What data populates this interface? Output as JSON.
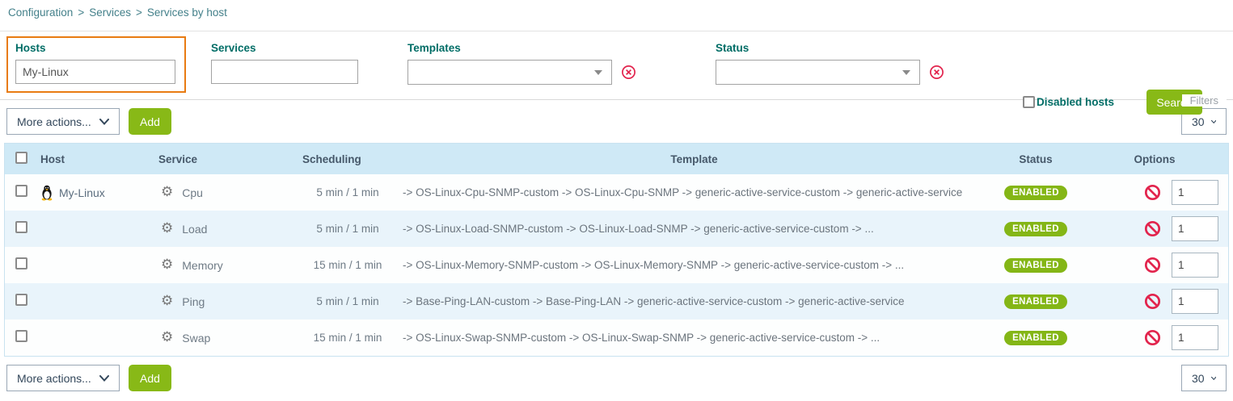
{
  "breadcrumb": {
    "items": [
      "Configuration",
      "Services",
      "Services by host"
    ],
    "separator": ">"
  },
  "filters": {
    "hosts_label": "Hosts",
    "hosts_value": "My-Linux",
    "services_label": "Services",
    "services_value": "",
    "templates_label": "Templates",
    "templates_value": "",
    "status_label": "Status",
    "status_value": "",
    "disabled_hosts_label": "Disabled hosts",
    "search_button": "Search",
    "panel_tab": "Filters"
  },
  "toolbar": {
    "more_actions": "More actions...",
    "add_button": "Add",
    "page_size": "30"
  },
  "table": {
    "headers": {
      "host": "Host",
      "service": "Service",
      "scheduling": "Scheduling",
      "template": "Template",
      "status": "Status",
      "options": "Options"
    },
    "rows": [
      {
        "host": "My-Linux",
        "service": "Cpu",
        "scheduling": "5 min / 1 min",
        "template": "-> OS-Linux-Cpu-SNMP-custom -> OS-Linux-Cpu-SNMP -> generic-active-service-custom -> generic-active-service",
        "status": "ENABLED",
        "options_value": "1"
      },
      {
        "host": "",
        "service": "Load",
        "scheduling": "5 min / 1 min",
        "template": "-> OS-Linux-Load-SNMP-custom -> OS-Linux-Load-SNMP -> generic-active-service-custom -> ...",
        "status": "ENABLED",
        "options_value": "1"
      },
      {
        "host": "",
        "service": "Memory",
        "scheduling": "15 min / 1 min",
        "template": "-> OS-Linux-Memory-SNMP-custom -> OS-Linux-Memory-SNMP -> generic-active-service-custom -> ...",
        "status": "ENABLED",
        "options_value": "1"
      },
      {
        "host": "",
        "service": "Ping",
        "scheduling": "5 min / 1 min",
        "template": "-> Base-Ping-LAN-custom -> Base-Ping-LAN -> generic-active-service-custom -> generic-active-service",
        "status": "ENABLED",
        "options_value": "1"
      },
      {
        "host": "",
        "service": "Swap",
        "scheduling": "15 min / 1 min",
        "template": "-> OS-Linux-Swap-SNMP-custom -> OS-Linux-Swap-SNMP -> generic-active-service-custom -> ...",
        "status": "ENABLED",
        "options_value": "1"
      }
    ]
  },
  "icons": {
    "host_os_icon": "linux-tux",
    "service_icon": "gear",
    "service_icon_glyph": "⚙",
    "clear_filter_icon": "circled-x",
    "disable_icon": "no-entry",
    "dropdown_icon": "chevron-down"
  },
  "colors": {
    "accent_green": "#88b917",
    "badge_green": "#84b616",
    "highlight_orange": "#e87b12",
    "label_teal": "#006d66",
    "breadcrumb_teal": "#44808a",
    "table_header_bg": "#cfe9f6",
    "row_alt_bg": "#e9f4fb",
    "danger_red": "#e2244d"
  }
}
